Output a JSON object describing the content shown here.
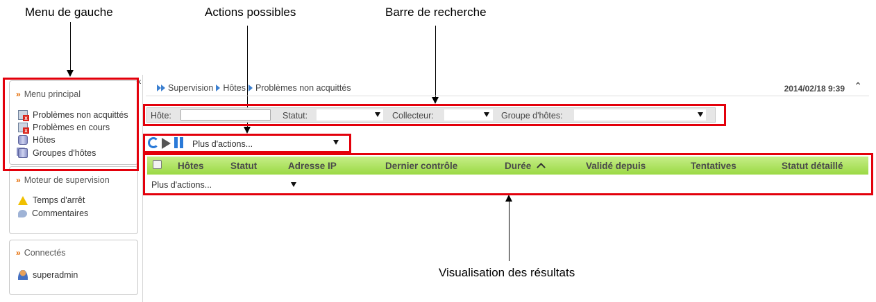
{
  "annotations": {
    "left_menu": "Menu de gauche",
    "actions": "Actions possibles",
    "search_bar": "Barre de recherche",
    "results": "Visualisation des résultats"
  },
  "sidebar": {
    "main_menu": {
      "title": "Menu principal",
      "items": [
        {
          "label": "Problèmes non acquittés",
          "icon": "problem-icon"
        },
        {
          "label": "Problèmes en cours",
          "icon": "problem-icon"
        },
        {
          "label": "Hôtes",
          "icon": "host-icon"
        },
        {
          "label": "Groupes d'hôtes",
          "icon": "hostgroup-icon"
        }
      ]
    },
    "engine_menu": {
      "title": "Moteur de supervision",
      "items": [
        {
          "label": "Temps d'arrêt",
          "icon": "warning-icon"
        },
        {
          "label": "Commentaires",
          "icon": "comment-icon"
        }
      ]
    },
    "connected": {
      "title": "Connectés",
      "users": [
        {
          "label": "superadmin",
          "icon": "user-icon"
        }
      ]
    }
  },
  "breadcrumb": [
    "Supervision",
    "Hôtes",
    "Problèmes non acquittés"
  ],
  "datetime": "2014/02/18 9:39",
  "search": {
    "host_label": "Hôte:",
    "host_value": "",
    "status_label": "Statut:",
    "status_value": "",
    "poller_label": "Collecteur:",
    "poller_value": "",
    "hostgroup_label": "Groupe d'hôtes:",
    "hostgroup_value": ""
  },
  "actions": {
    "more_label": "Plus d'actions..."
  },
  "table": {
    "columns": [
      "Hôtes",
      "Statut",
      "Adresse IP",
      "Dernier contrôle",
      "Durée",
      "Validé depuis",
      "Tentatives",
      "Statut détaillé"
    ],
    "sorted_column": "Durée",
    "sort_direction": "ascending",
    "bottom_action_label": "Plus d'actions..."
  },
  "colors": {
    "annotation_box": "#e3000b",
    "header_green": "#9bd944",
    "accent_blue": "#2a7ad8",
    "menu_chevron": "#e46a00"
  }
}
